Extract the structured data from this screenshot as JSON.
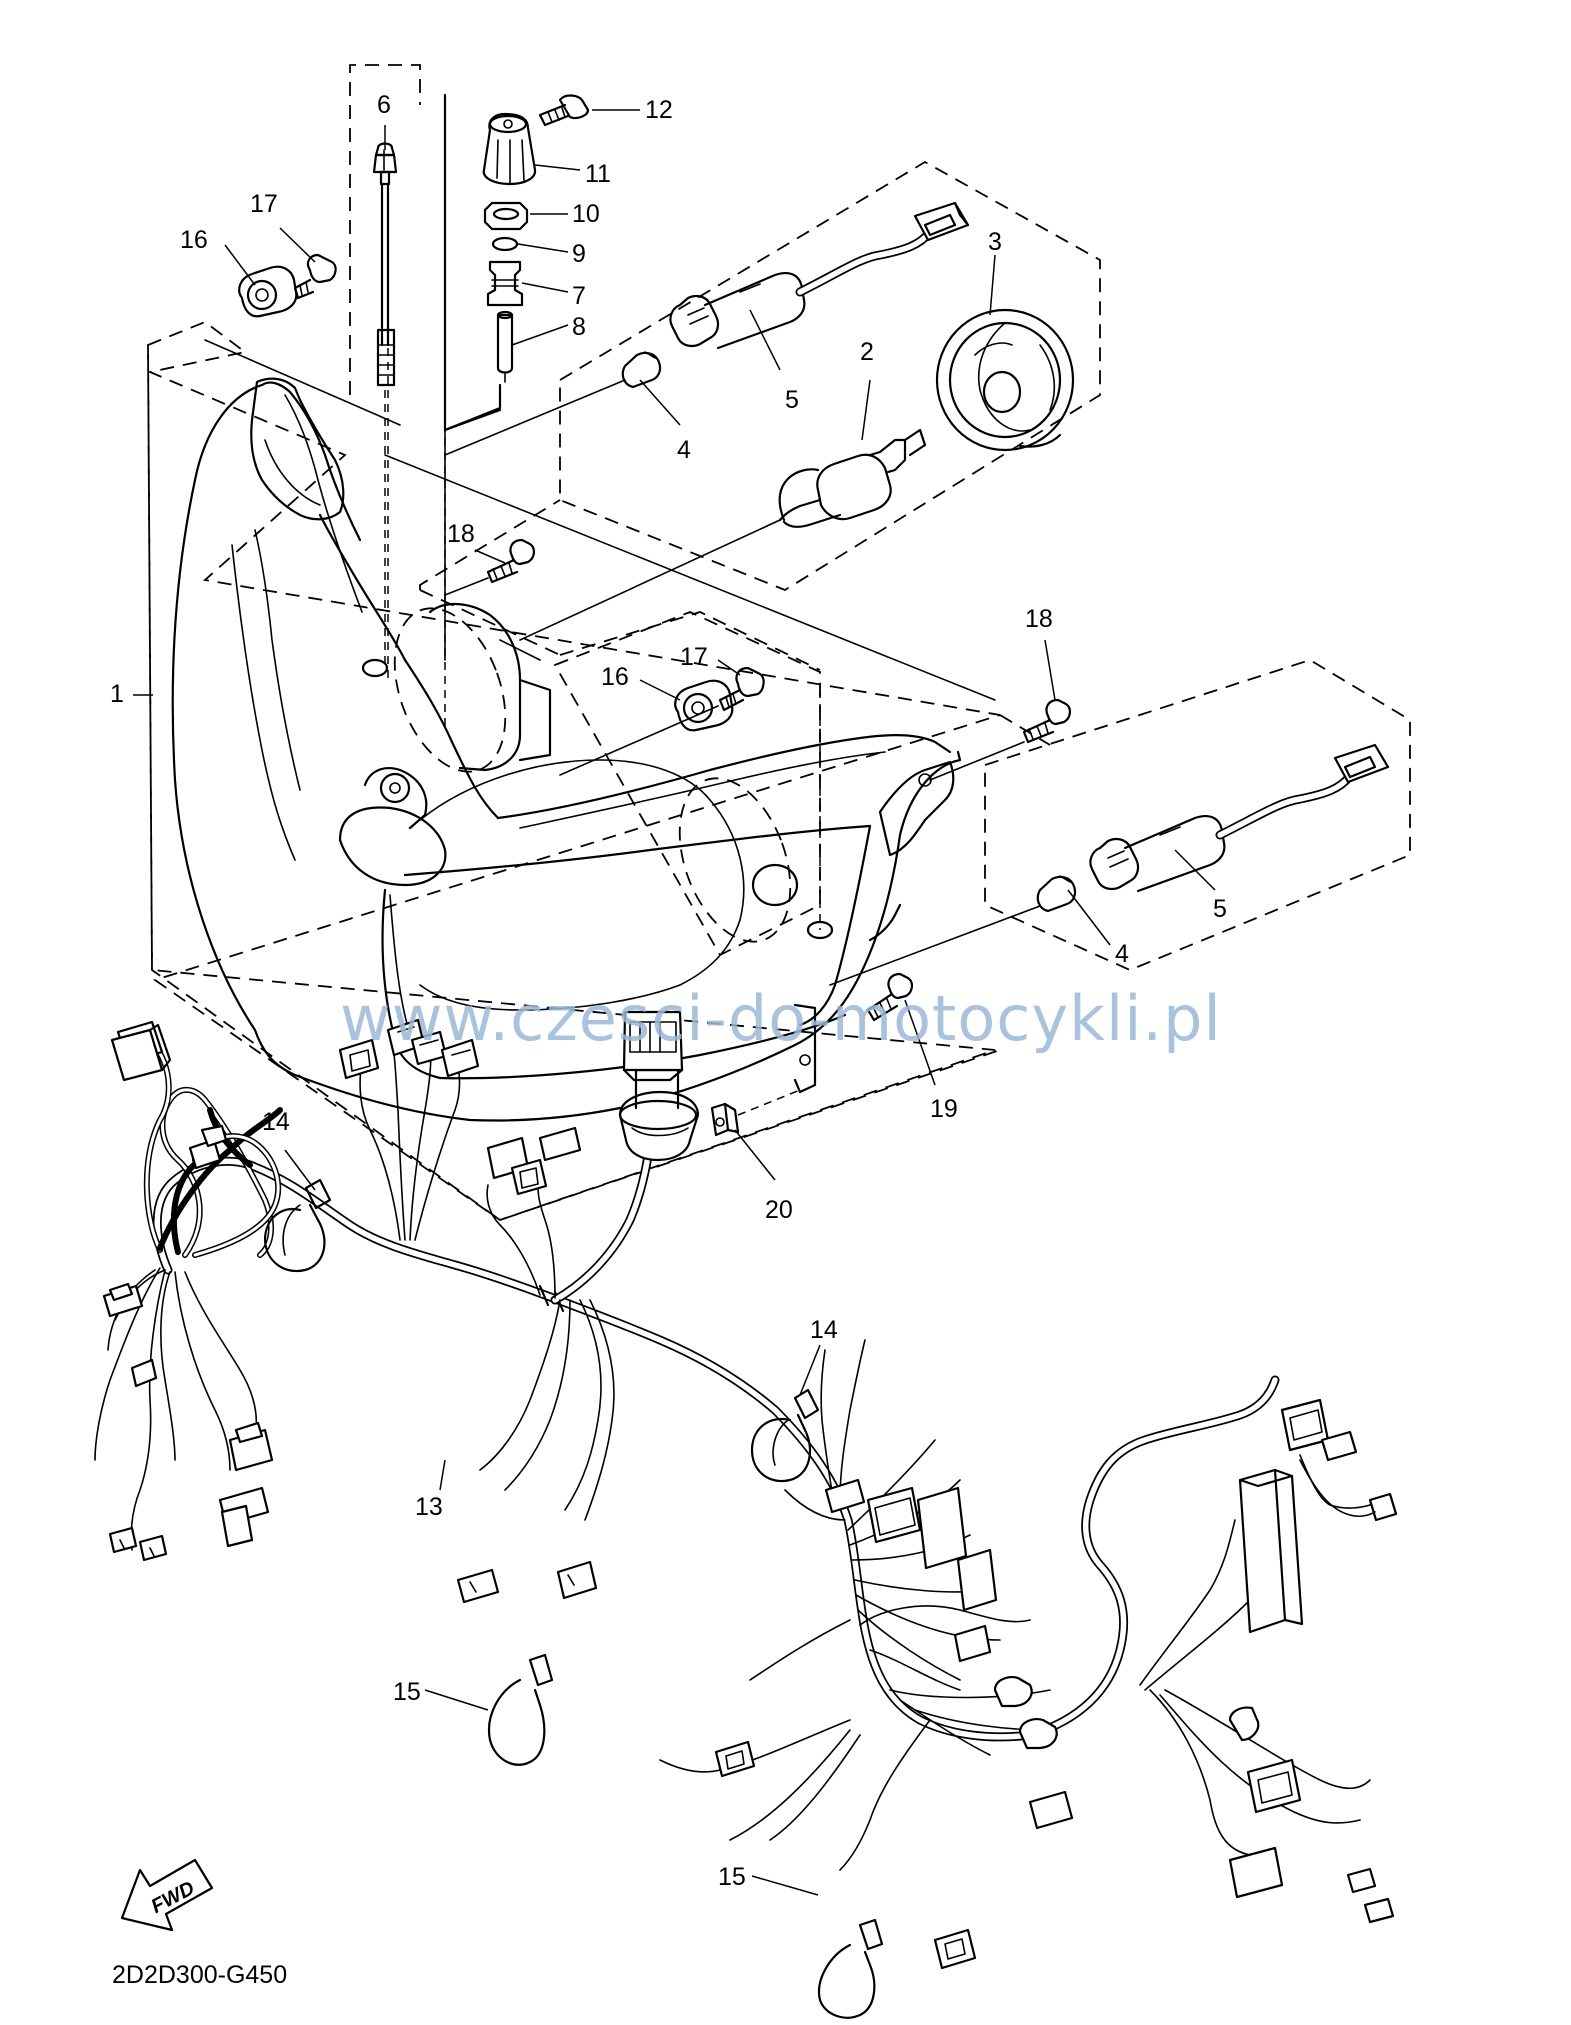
{
  "diagram": {
    "callouts": [
      "1",
      "2",
      "3",
      "4",
      "4",
      "5",
      "5",
      "6",
      "7",
      "8",
      "9",
      "10",
      "11",
      "12",
      "13",
      "14",
      "14",
      "15",
      "15",
      "16",
      "16",
      "17",
      "17",
      "18",
      "18",
      "19",
      "20"
    ],
    "watermark": "www.czesci-do-motocykli.pl",
    "drawing_code": "2D2D300-G450",
    "fwd_label": "FWD"
  }
}
